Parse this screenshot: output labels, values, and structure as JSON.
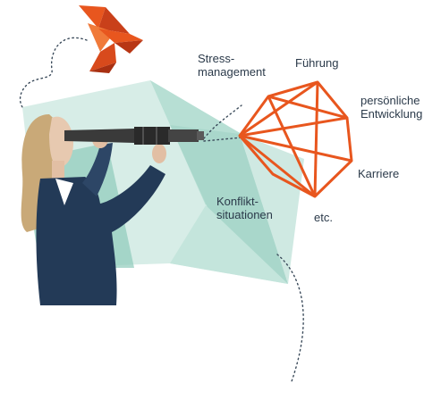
{
  "labels": {
    "stress": [
      "Stress-",
      "management"
    ],
    "fuehrung": "Führung",
    "persoenlich": [
      "persönliche",
      "Entwicklung"
    ],
    "karriere": "Karriere",
    "konflikt": [
      "Konflikt-",
      "situationen"
    ],
    "etc": "etc."
  },
  "colors": {
    "accent_orange": "#e8561e",
    "teal_light": "#d4ebe5",
    "teal_mid": "#a9d7cb",
    "suit_navy": "#233a57",
    "text": "#2b3a4a",
    "dots": "#3a4a5a"
  },
  "icons": {
    "bird": "origami-bird-icon",
    "telescope": "telescope-icon"
  }
}
